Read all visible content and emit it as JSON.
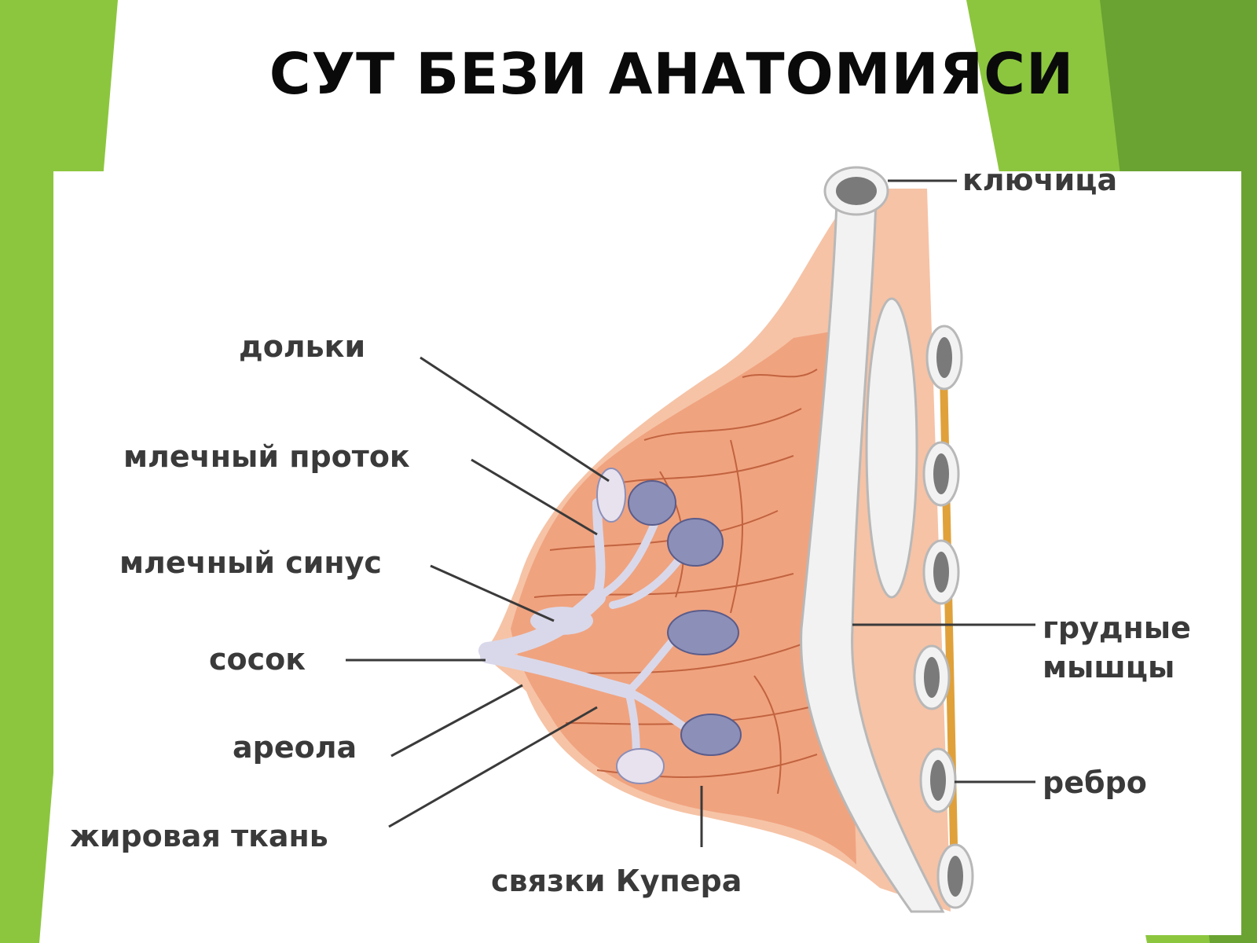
{
  "slide": {
    "title": "СУТ БЕЗИ АНАТОМИЯСИ"
  },
  "colors": {
    "green_light": "#8cc63f",
    "green_dark": "#6aa332",
    "skin": "#f6c3a6",
    "tissue": "#f0a37f",
    "lobule": "#8c8fb8",
    "duct": "#d9d8ea",
    "bone": "#f2f2f2",
    "label": "#3a3a3a"
  },
  "labels": {
    "lobules": "дольки",
    "milk_duct": "млечный проток",
    "milk_sinus": "млечный синус",
    "nipple": "сосок",
    "areola": "ареола",
    "fat_tissue": "жировая ткань",
    "cooper_ligaments": "связки Купера",
    "clavicle": "ключица",
    "pectoral_muscles_line1": "грудные",
    "pectoral_muscles_line2": "мышцы",
    "rib": "ребро"
  }
}
